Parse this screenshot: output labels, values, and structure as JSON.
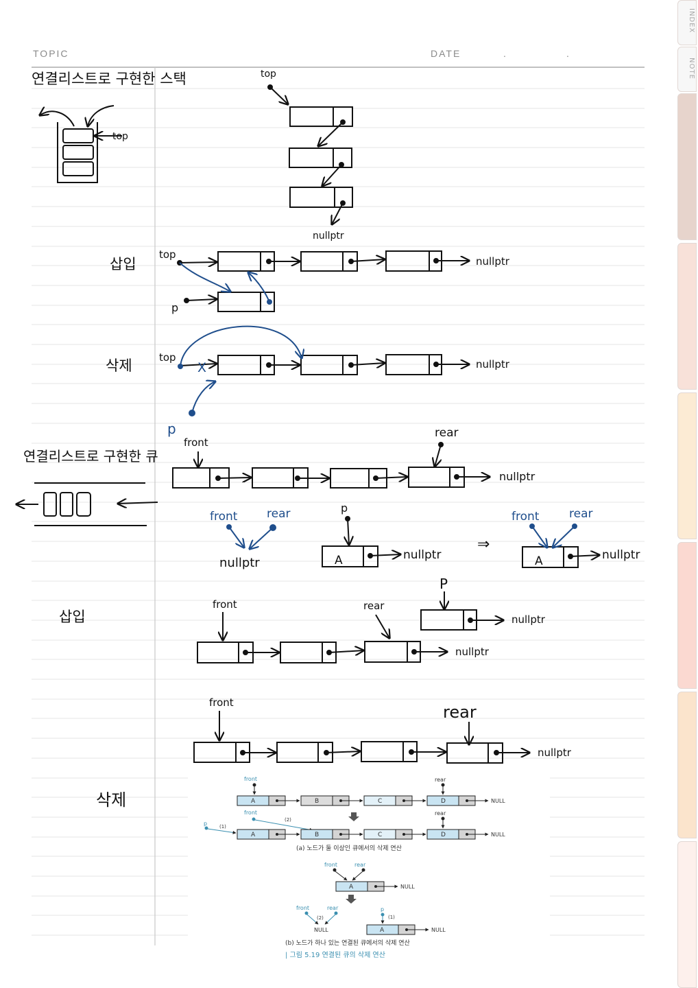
{
  "header": {
    "topic_label": "TOPIC",
    "date_label": "DATE",
    "date_sep1": ".",
    "date_sep2": "."
  },
  "tabs": {
    "index_label": "INDEX",
    "note_label": "NOTE"
  },
  "stack_section": {
    "title": "연결리스트로 구현한 스택",
    "icon_top": "top",
    "diagram_top": "top",
    "diagram_null": "nullptr",
    "insert_label": "삽입",
    "insert_top": "top",
    "insert_p": "p",
    "insert_null": "nullptr",
    "delete_label": "삭제",
    "delete_top": "top",
    "delete_p": "p",
    "delete_null": "nullptr",
    "delete_x": "X"
  },
  "queue_section": {
    "title": "연결리스트로 구현한 큐",
    "front": "front",
    "rear": "rear",
    "null": "nullptr",
    "empty_front": "front",
    "empty_rear": "rear",
    "empty_null": "nullptr",
    "single_p": "p",
    "single_node": "A",
    "single_null": "nullptr",
    "arrow_implies": "⇒",
    "after_front": "front",
    "after_rear": "rear",
    "after_node": "A",
    "after_null": "nullptr",
    "insert_label": "삽입",
    "ins_p": "P",
    "ins_front": "front",
    "ins_rear": "rear",
    "ins_null1": "nullptr",
    "ins_null2": "nullptr",
    "del_front": "front",
    "del_rear": "rear",
    "del_null": "nullptr",
    "delete_label": "삭제"
  },
  "figure": {
    "a_front": "front",
    "a_rear": "rear",
    "a_nodes": [
      "A",
      "B",
      "C",
      "D"
    ],
    "a_null": "NULL",
    "a2_front": "front",
    "a2_rear": "rear",
    "a2_p": "p",
    "a2_step1": "(1)",
    "a2_step2": "(2)",
    "a_caption": "(a) 노드가 둘 이상인 큐에서의 삭제 연산",
    "b_front": "front",
    "b_rear": "rear",
    "b_node": "A",
    "b_null": "NULL",
    "b2_front": "front",
    "b2_rear": "rear",
    "b2_step2": "(2)",
    "b2_null_left": "NULL",
    "b2_p": "p",
    "b2_step1": "(1)",
    "b2_node": "A",
    "b2_null": "NULL",
    "b_caption": "(b) 노드가 하나 있는 연결된 큐에서의 삭제 연산",
    "fig_caption": "| 그림 5.19  연결된 큐의 삭제 연산"
  },
  "colors": {
    "ink": "#111111",
    "blue_ink": "#1f4e8c",
    "fig_blue": "#c9e4f2",
    "fig_grey": "#d4d4d4",
    "rule": "#e4e4e4"
  }
}
